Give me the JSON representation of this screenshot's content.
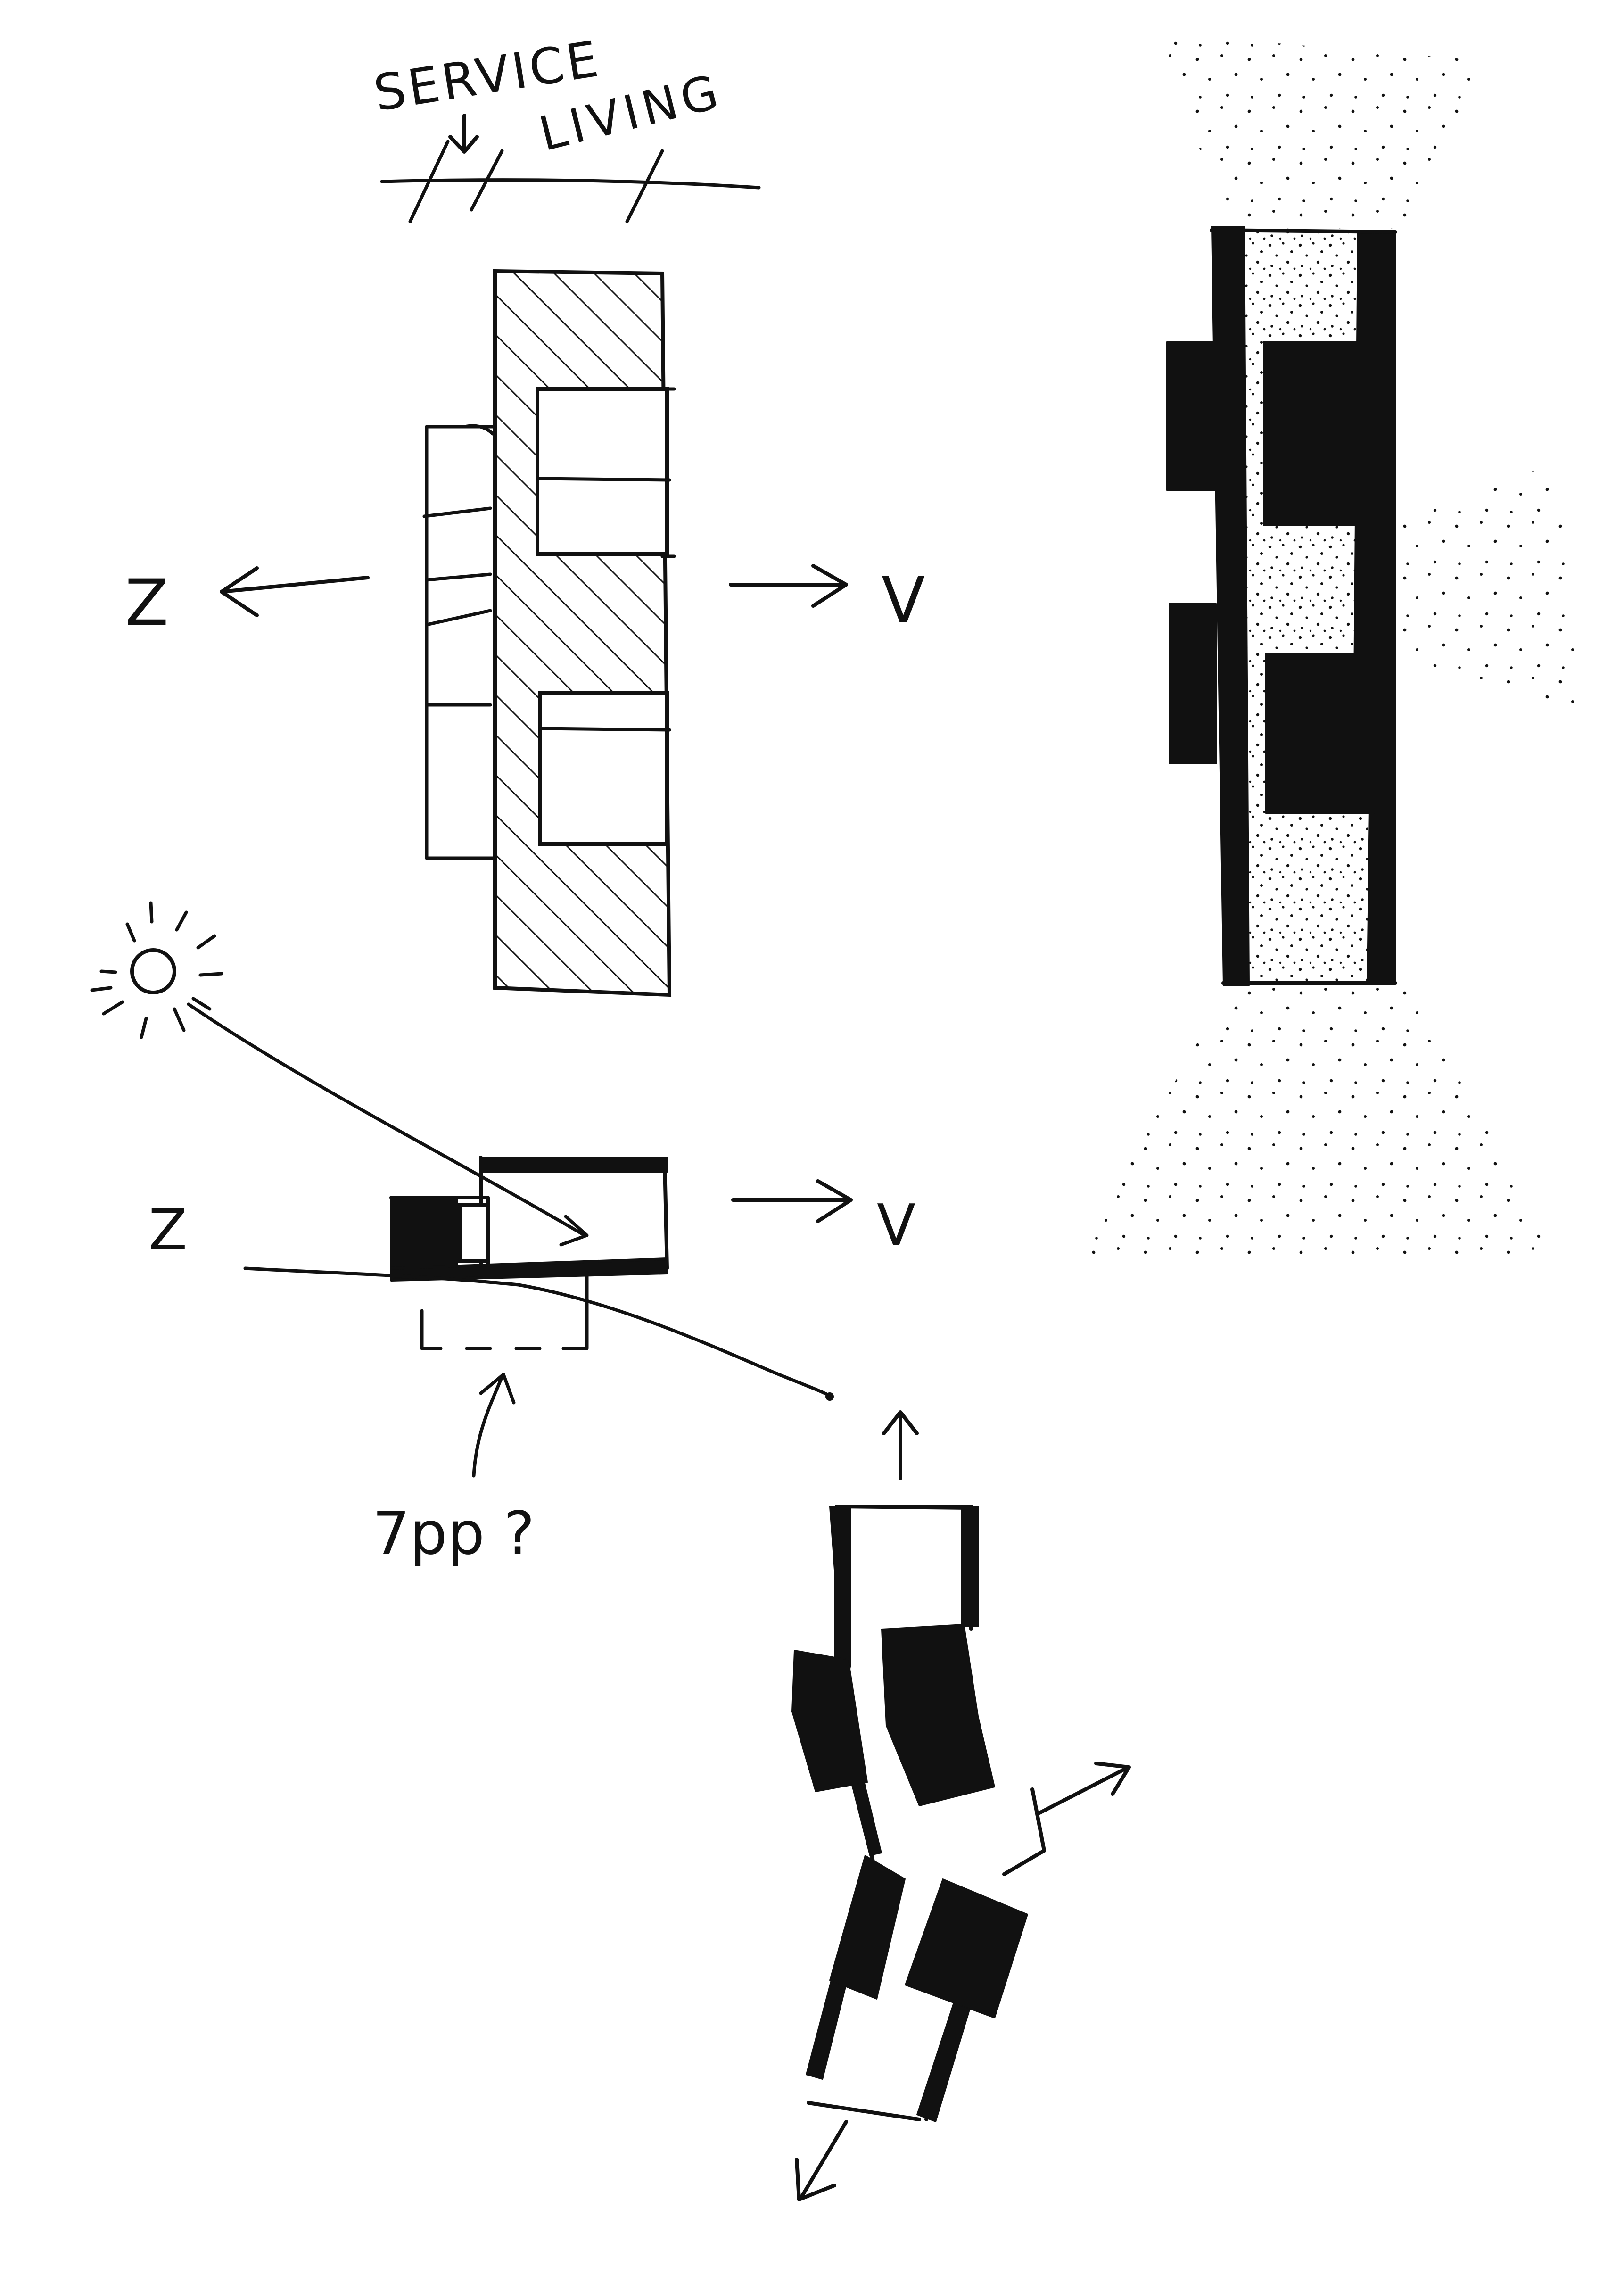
{
  "labels": {
    "service": "SERVICE",
    "living": "LIVING",
    "plan_left": "Z",
    "plan_right": "V",
    "section_left": "Z",
    "section_right": "V",
    "question": "7pp ?"
  },
  "icons": [
    "sun-icon",
    "arrow-left-icon",
    "arrow-right-icon",
    "arrow-up-icon",
    "arrow-down-left-icon",
    "arrow-up-right-icon"
  ],
  "colors": {
    "ink": "#111111",
    "paper": "#ffffff"
  }
}
